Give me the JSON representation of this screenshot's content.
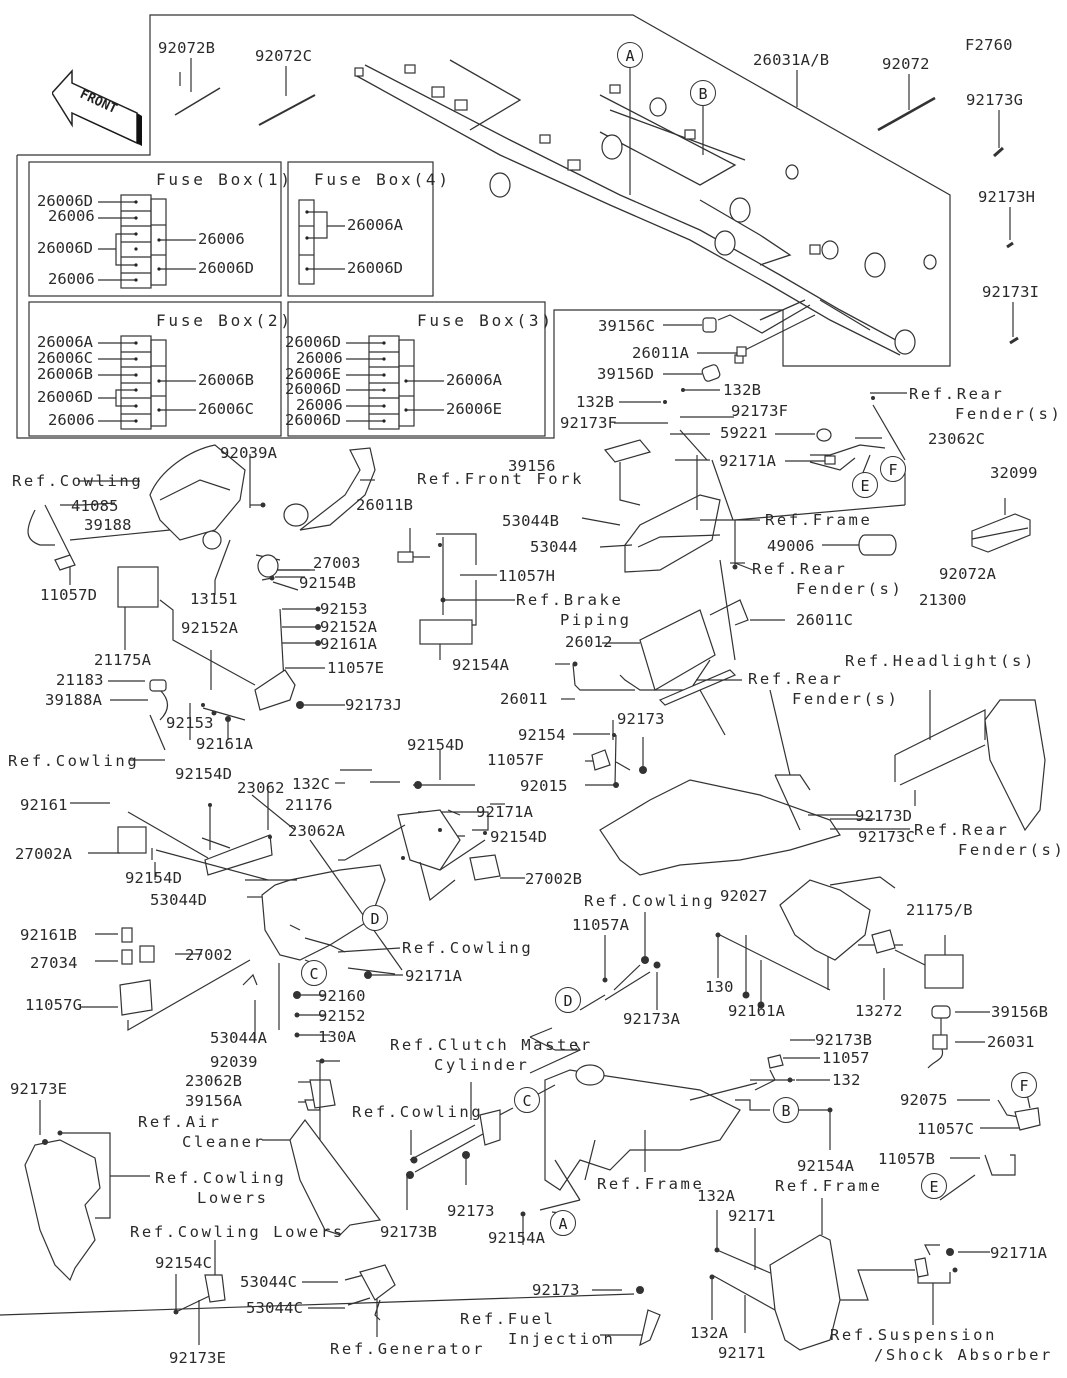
{
  "figure_code": "F2760",
  "front_arrow": "FRONT",
  "fuse_boxes": {
    "box1": {
      "title": "Fuse Box(1)",
      "left_labels": [
        "26006D",
        "26006",
        "26006D",
        "26006"
      ],
      "right_labels": [
        "26006",
        "26006D"
      ]
    },
    "box4": {
      "title": "Fuse Box(4)",
      "right_labels": [
        "26006A",
        "26006D"
      ]
    },
    "box2": {
      "title": "Fuse Box(2)",
      "left_labels": [
        "26006A",
        "26006C",
        "26006B",
        "26006D",
        "26006"
      ],
      "right_labels": [
        "26006B",
        "26006C"
      ]
    },
    "box3": {
      "title": "Fuse Box(3)",
      "left_labels": [
        "26006D",
        "26006",
        "26006E",
        "26006D",
        "26006",
        "26006D"
      ],
      "right_labels": [
        "26006A",
        "26006E"
      ]
    }
  },
  "callouts": {
    "A": "A",
    "B": "B",
    "C": "C",
    "D": "D",
    "E": "E",
    "F": "F"
  },
  "parts": {
    "p92072B": "92072B",
    "p92072C": "92072C",
    "p26031AB": "26031A/B",
    "p92072": "92072",
    "p92173G": "92173G",
    "p92173H": "92173H",
    "p92173I": "92173I",
    "p39156C": "39156C",
    "p26011A": "26011A",
    "p39156D": "39156D",
    "p132B_1": "132B",
    "p132B_2": "132B",
    "p92173F_1": "92173F",
    "p92173F_2": "92173F",
    "p59221": "59221",
    "p92171A_1": "92171A",
    "p23062C": "23062C",
    "p39156": "39156",
    "p32099": "32099",
    "p92039A": "92039A",
    "p41085": "41085",
    "p39188": "39188",
    "p11057D": "11057D",
    "p13151": "13151",
    "p27003": "27003",
    "p92154B": "92154B",
    "p26011B": "26011B",
    "p11057H": "11057H",
    "p53044B": "53044B",
    "p53044": "53044",
    "p49006": "49006",
    "p92072A": "92072A",
    "p21300": "21300",
    "p26011C": "26011C",
    "p26012": "26012",
    "p92154A_1": "92154A",
    "p26011": "26011",
    "p21175A": "21175A",
    "p92152A_1": "92152A",
    "p92153_1": "92153",
    "p92152A_2": "92152A",
    "p92161A_1": "92161A",
    "p11057E": "11057E",
    "p92173J": "92173J",
    "p21183": "21183",
    "p39188A": "39188A",
    "p92153_2": "92153",
    "p92161A_2": "92161A",
    "p92154": "92154",
    "p92173_1": "92173",
    "p11057F": "11057F",
    "p92015": "92015",
    "p92173D": "92173D",
    "p92173C": "92173C",
    "p92154D_1": "92154D",
    "p132C": "132C",
    "p21176": "21176",
    "p92171A_2": "92171A",
    "p23062A": "23062A",
    "p92154D_2": "92154D",
    "p27002B": "27002B",
    "p92161": "92161",
    "p92154D_3": "92154D",
    "p23062": "23062",
    "p27002A": "27002A",
    "p92154D_4": "92154D",
    "p53044D": "53044D",
    "p92161B": "92161B",
    "p27034": "27034",
    "p27002": "27002",
    "p11057G": "11057G",
    "p92171A_3": "92171A",
    "p92160": "92160",
    "p92152": "92152",
    "p130A": "130A",
    "p53044A": "53044A",
    "p11057A": "11057A",
    "p92173A": "92173A",
    "p92027": "92027",
    "p130": "130",
    "p92161A_3": "92161A",
    "p21175B": "21175/B",
    "p13272": "13272",
    "p39156B": "39156B",
    "p26031": "26031",
    "p92039": "92039",
    "p23062B": "23062B",
    "p39156A": "39156A",
    "p92173B_1": "92173B",
    "p11057": "11057",
    "p132": "132",
    "p92154A_2": "92154A",
    "p92173": "92173",
    "p92173B_2": "92173B",
    "p92075": "92075",
    "p11057C": "11057C",
    "p11057B": "11057B",
    "p92173E_1": "92173E",
    "p92154C": "92154C",
    "p92173E_2": "92173E",
    "p53044C_1": "53044C",
    "p53044C_2": "53044C",
    "p92154A_3": "92154A",
    "p92173_2": "92173",
    "p132A_1": "132A",
    "p92171_1": "92171",
    "p132A_2": "132A",
    "p92171_2": "92171",
    "p92171A_4": "92171A"
  },
  "references": {
    "rear_fender_1": [
      "Ref.Rear",
      "Fender(s)"
    ],
    "cowling_1": "Ref.Cowling",
    "front_fork": "Ref.Front Fork",
    "frame_1": "Ref.Frame",
    "rear_fender_2": [
      "Ref.Rear",
      "Fender(s)"
    ],
    "brake_piping": [
      "Ref.Brake",
      "Piping"
    ],
    "rear_fender_3": [
      "Ref.Rear",
      "Fender(s)"
    ],
    "headlight": "Ref.Headlight(s)",
    "cowling_2": "Ref.Cowling",
    "rear_fender_4": [
      "Ref.Rear",
      "Fender(s)"
    ],
    "cowling_3": "Ref.Cowling",
    "cowling_4": "Ref.Cowling",
    "clutch_master": [
      "Ref.Clutch Master",
      "Cylinder"
    ],
    "air_cleaner": [
      "Ref.Air",
      "Cleaner"
    ],
    "cowling_5": "Ref.Cowling",
    "cowling_lowers_1": [
      "Ref.Cowling",
      "Lowers"
    ],
    "cowling_lowers_2": "Ref.Cowling Lowers",
    "frame_2": "Ref.Frame",
    "frame_3": "Ref.Frame",
    "generator": "Ref.Generator",
    "fuel_injection": [
      "Ref.Fuel",
      "Injection"
    ],
    "suspension": [
      "Ref.Suspension",
      "/Shock Absorber"
    ]
  }
}
